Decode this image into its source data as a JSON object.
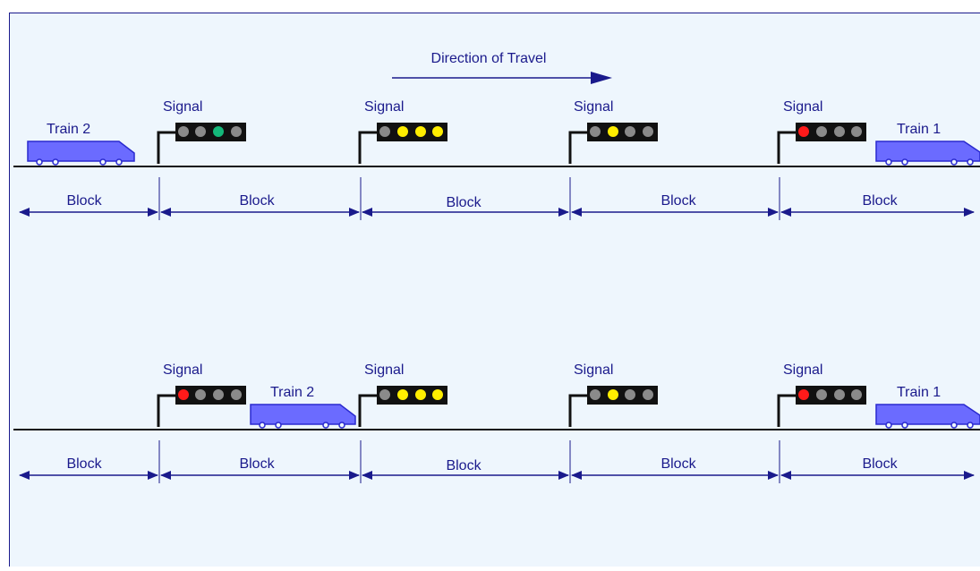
{
  "diagram": {
    "direction_label": "Direction of Travel",
    "signal_label": "Signal",
    "block_label": "Block",
    "colors": {
      "background": "#eef6fd",
      "ink": "#1a1a8c",
      "train": "#6b6bff",
      "train_outline": "#2a2acf",
      "lamp_off": "#8a8a8a",
      "lamp_red": "#ff1a1a",
      "lamp_yellow": "#ffee00",
      "lamp_green": "#14b87a",
      "signal_body": "#111111"
    },
    "rows": [
      {
        "name": "scenario-1",
        "trains": [
          "Train 2",
          "Train 1"
        ],
        "signals": [
          {
            "aspect": "green",
            "lamps": [
              "off",
              "off",
              "green",
              "off"
            ]
          },
          {
            "aspect": "double-yellow",
            "lamps": [
              "off",
              "yellow",
              "yellow",
              "yellow"
            ]
          },
          {
            "aspect": "single-yellow",
            "lamps": [
              "off",
              "yellow",
              "off",
              "off"
            ]
          },
          {
            "aspect": "red",
            "lamps": [
              "red",
              "off",
              "off",
              "off"
            ]
          }
        ],
        "blocks": [
          "Block",
          "Block",
          "Block",
          "Block",
          "Block"
        ]
      },
      {
        "name": "scenario-2",
        "trains": [
          "Train 2",
          "Train 1"
        ],
        "signals": [
          {
            "aspect": "red",
            "lamps": [
              "red",
              "off",
              "off",
              "off"
            ]
          },
          {
            "aspect": "double-yellow",
            "lamps": [
              "off",
              "yellow",
              "yellow",
              "yellow"
            ]
          },
          {
            "aspect": "single-yellow",
            "lamps": [
              "off",
              "yellow",
              "off",
              "off"
            ]
          },
          {
            "aspect": "red",
            "lamps": [
              "red",
              "off",
              "off",
              "off"
            ]
          }
        ],
        "blocks": [
          "Block",
          "Block",
          "Block",
          "Block",
          "Block"
        ]
      }
    ]
  }
}
